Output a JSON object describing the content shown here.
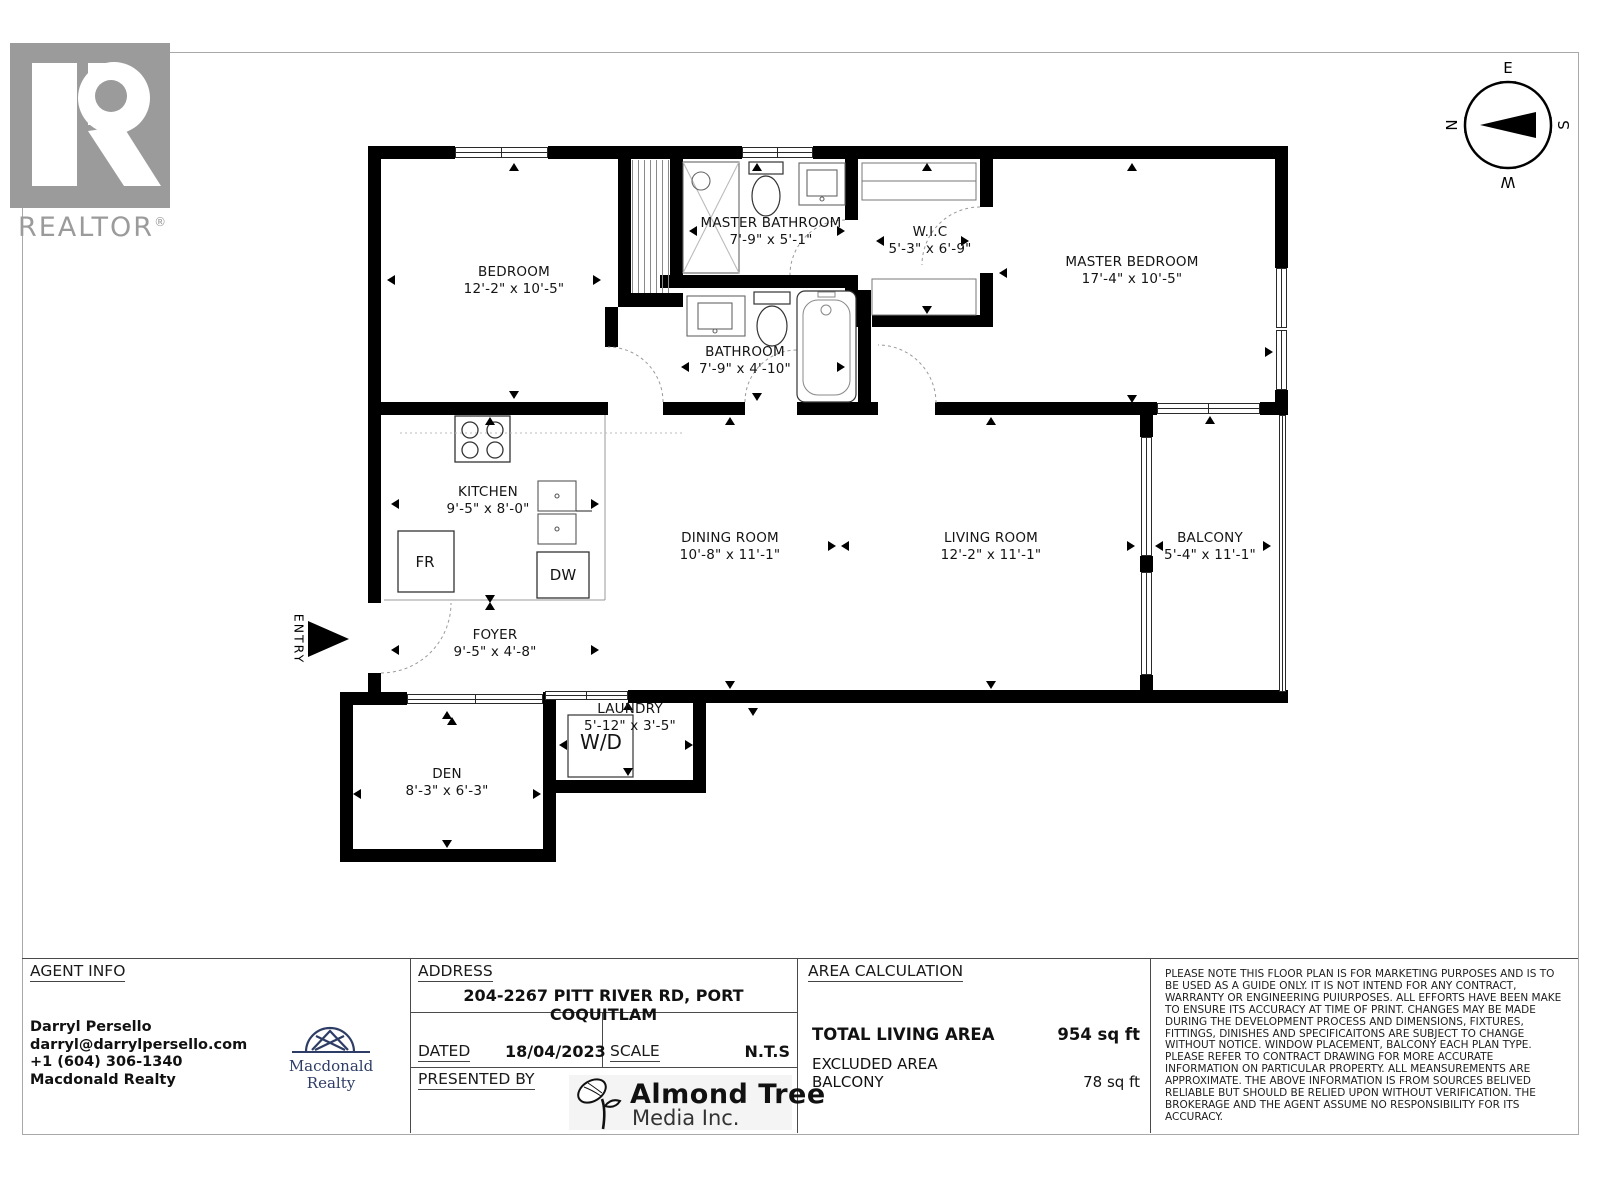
{
  "branding": {
    "realtor_logo_text": "REALTOR",
    "registered_mark": "®"
  },
  "compass": {
    "east": "E",
    "north": "N",
    "south": "S",
    "west": "W"
  },
  "floor_plan": {
    "entry_label": "ENTRY",
    "rooms": [
      {
        "id": "bedroom",
        "name": "BEDROOM",
        "dims": "12'-2\" x 10'-5\""
      },
      {
        "id": "master-bathroom",
        "name": "MASTER BATHROOM",
        "dims": "7'-9\" x 5'-1\""
      },
      {
        "id": "wic",
        "name": "W.I.C",
        "dims": "5'-3\" x 6'-9\""
      },
      {
        "id": "master-bedroom",
        "name": "MASTER BEDROOM",
        "dims": "17'-4\" x 10'-5\""
      },
      {
        "id": "bathroom",
        "name": "BATHROOM",
        "dims": "7'-9\" x 4'-10\""
      },
      {
        "id": "kitchen",
        "name": "KITCHEN",
        "dims": "9'-5\" x 8'-0\""
      },
      {
        "id": "dining-room",
        "name": "DINING ROOM",
        "dims": "10'-8\" x 11'-1\""
      },
      {
        "id": "living-room",
        "name": "LIVING ROOM",
        "dims": "12'-2\" x 11'-1\""
      },
      {
        "id": "balcony",
        "name": "BALCONY",
        "dims": "5'-4\" x 11'-1\""
      },
      {
        "id": "foyer",
        "name": "FOYER",
        "dims": "9'-5\" x 4'-8\""
      },
      {
        "id": "laundry",
        "name": "LAUNDRY",
        "dims": "5'-12\" x 3'-5\""
      },
      {
        "id": "den",
        "name": "DEN",
        "dims": "8'-3\" x 6'-3\""
      }
    ],
    "fixtures": {
      "fridge": "FR",
      "dishwasher": "DW",
      "washer_dryer": "W/D"
    }
  },
  "info_table": {
    "agent": {
      "header": "AGENT INFO",
      "lines": [
        "Darryl Persello",
        "darryl@darrylpersello.com",
        "+1 (604) 306-1340",
        "Macdonald Realty"
      ]
    },
    "brokerage_logo": {
      "line1": "Macdonald",
      "line2": "Realty"
    },
    "address": {
      "header": "ADDRESS",
      "value": "204-2267 PITT RIVER RD, PORT COQUITLAM"
    },
    "dated": {
      "label": "DATED",
      "value": "18/04/2023"
    },
    "scale": {
      "label": "SCALE",
      "value": "N.T.S"
    },
    "presented_by": {
      "label": "PRESENTED BY"
    },
    "media_logo": {
      "line1": "Almond Tree",
      "line2": "Media Inc."
    },
    "area": {
      "header": "AREA CALCULATION",
      "total_label": "TOTAL LIVING AREA",
      "total_value": "954 sq ft",
      "excluded_label": "EXCLUDED AREA",
      "excluded_room": "BALCONY",
      "excluded_value": "78 sq ft"
    },
    "disclaimer": "PLEASE NOTE THIS FLOOR PLAN IS FOR MARKETING PURPOSES AND IS TO BE USED AS A GUIDE ONLY. IT IS NOT INTEND FOR ANY CONTRACT, WARRANTY OR ENGINEERING PUIURPOSES. ALL EFFORTS HAVE BEEN MAKE TO ENSURE ITS ACCURACY AT TIME OF PRINT. CHANGES MAY BE MADE DURING THE DEVELOPMENT PROCESS AND DIMENSIONS, FIXTURES, FITTINGS, DINISHES AND SPECIFICAITONS ARE SUBJECT TO CHANGE WITHOUT NOTICE. WINDOW PLACEMENT, BALCONY EACH PLAN TYPE. PLEASE REFER TO CONTRACT DRAWING FOR MORE ACCURATE INFORMATION ON PARTICULAR PROPERTY. ALL MEANSUREMENTS ARE APPROXIMATE. THE ABOVE INFORMATION IS FROM SOURCES BELIVED RELIABLE BUT SHOULD BE RELIED UPON WITHOUT VERIFICATION. THE BROKERAGE AND THE AGENT ASSUME NO RESPONSIBILITY FOR ITS ACCURACY."
  }
}
